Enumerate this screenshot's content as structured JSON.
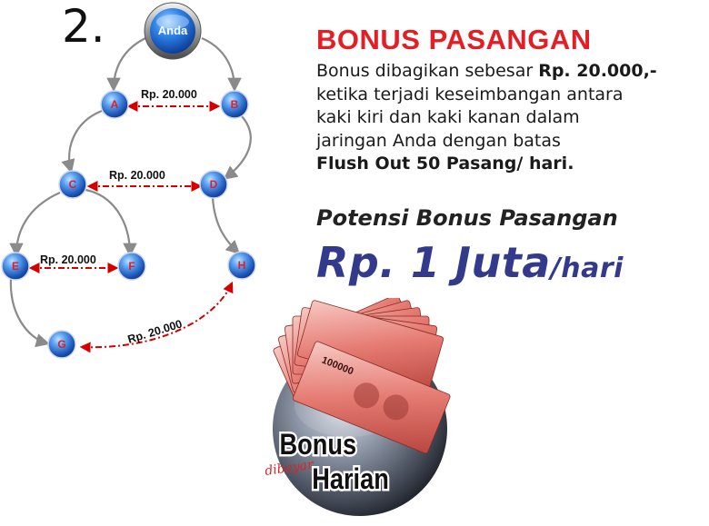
{
  "step_number": "2.",
  "title": "BONUS PASANGAN",
  "description": {
    "line1_pre": "Bonus dibagikan sebesar ",
    "line1_bold": "Rp. 20.000,-",
    "line2": "ketika terjadi keseimbangan antara",
    "line3": "kaki kiri dan kaki kanan dalam",
    "line4": "jaringan Anda dengan batas",
    "line5_bold": "Flush Out 50 Pasang",
    "line5_post": "/ hari."
  },
  "potential": {
    "label": "Potensi Bonus Pasangan",
    "amount": "Rp. 1 Juta",
    "unit": "/hari"
  },
  "diagram": {
    "root": "Anda",
    "nodes": {
      "A": "A",
      "B": "B",
      "C": "C",
      "D": "D",
      "E": "E",
      "F": "F",
      "G": "G",
      "H": "H"
    },
    "pair_labels": [
      "Rp. 20.000",
      "Rp. 20.000",
      "Rp. 20.000",
      "Rp. 20.000"
    ]
  },
  "badge": {
    "line1": "Bonus",
    "script": "dibayar",
    "line2": "Harian",
    "note_value": "100000"
  },
  "colors": {
    "title_red": "#e31e24",
    "amount_blue": "#333a8c",
    "node_blue": "#2e6fd0",
    "node_label_red": "#e31e24",
    "pair_arrow_red": "#d40000",
    "tree_arrow_gray": "#8a8a8a"
  }
}
